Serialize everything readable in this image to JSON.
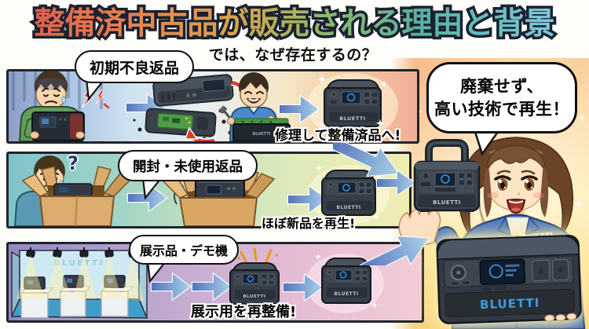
{
  "title": "整備済中古品が販売される理由と背景",
  "subtitle": "では、なぜ存在するの？",
  "brand": "BLUETTI",
  "panels": [
    {
      "bubble": "初期不良返品",
      "caption": "修理して整備済品へ!"
    },
    {
      "bubble": "開封・未使用返品",
      "caption": "ほぼ新品を再生!",
      "question_mark": "?"
    },
    {
      "bubble": "展示品・デモ機",
      "caption": "展示用を再整備!"
    }
  ],
  "conclusion_bubble": {
    "line1": "廃棄せず、",
    "line2": "高い技術で再生！"
  },
  "colors": {
    "brand_blue": "#3f9be0",
    "gold_background": "#f8d98d",
    "jacket_blue": "#3e72c8",
    "panel1_left": "#8d9fc6",
    "panel2_left": "#7fc3cb",
    "panel3_left": "#9188c4",
    "title_gradient": [
      "#e2604d",
      "#e8854e",
      "#d9a44e",
      "#8fb96a",
      "#58b2a0",
      "#7cc8da"
    ]
  }
}
